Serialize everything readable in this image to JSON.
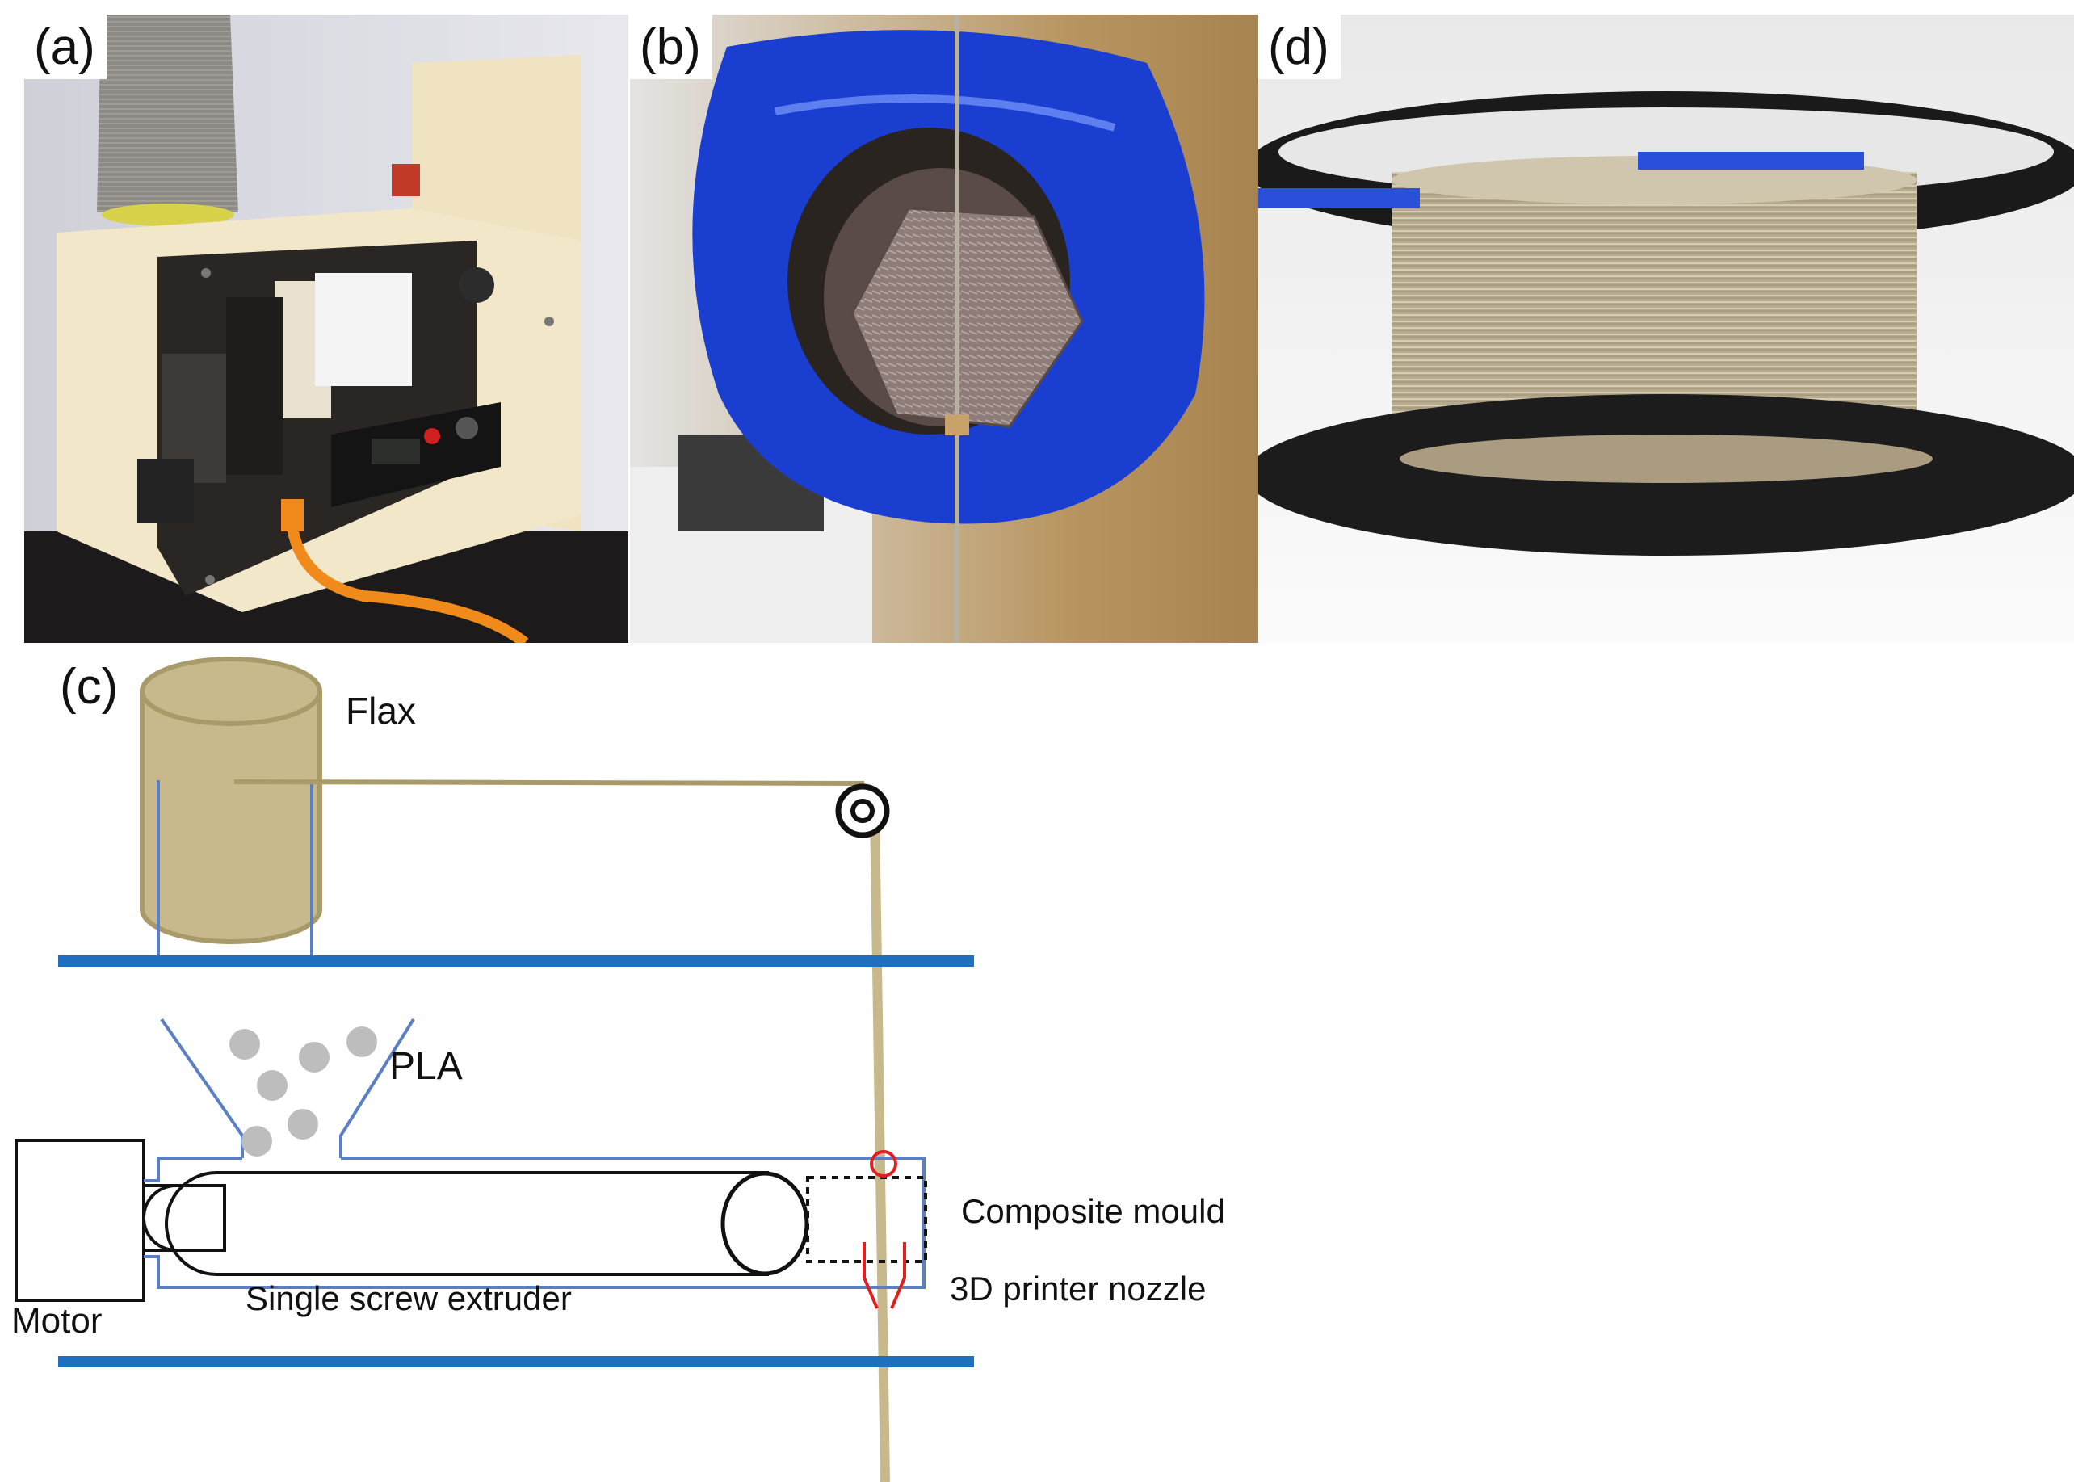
{
  "figure": {
    "panel_labels": {
      "a": "(a)",
      "b": "(b)",
      "c": "(c)",
      "d": "(d)"
    },
    "diagram_labels": {
      "flax": "Flax",
      "pla": "PLA",
      "motor": "Motor",
      "extruder": "Single screw extruder",
      "mould": "Composite mould",
      "nozzle": "3D printer nozzle"
    },
    "colors": {
      "flax_spool": "#c7b98b",
      "fibre": "#a99a6a",
      "rail": "#1f6fc0",
      "outline_blue": "#5b7fc4",
      "nozzle_red": "#e02020",
      "pellets": "#bdbdbd",
      "tape_blue": "#1a3fd0"
    }
  }
}
